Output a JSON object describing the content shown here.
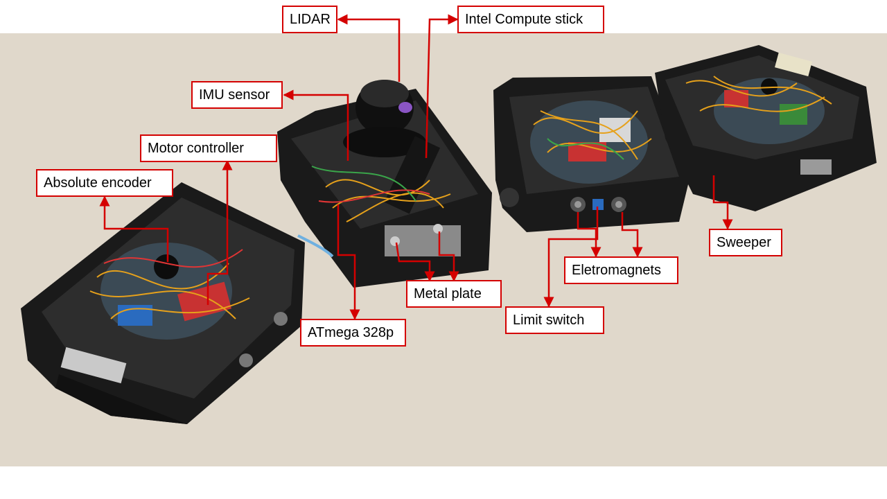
{
  "colors": {
    "callout": "#d40000",
    "floor": "#ddd4c6",
    "module_body": "#1e1e1e",
    "background": "#ffffff"
  },
  "labels": {
    "lidar": "LIDAR",
    "intel_compute_stick": "Intel Compute stick",
    "imu_sensor": "IMU sensor",
    "motor_controller": "Motor controller",
    "absolute_encoder": "Absolute encoder",
    "atmega": "ATmega 328p",
    "metal_plate": "Metal plate",
    "limit_switch": "Limit switch",
    "electromagnets": "Eletromagnets",
    "sweeper": "Sweeper"
  }
}
